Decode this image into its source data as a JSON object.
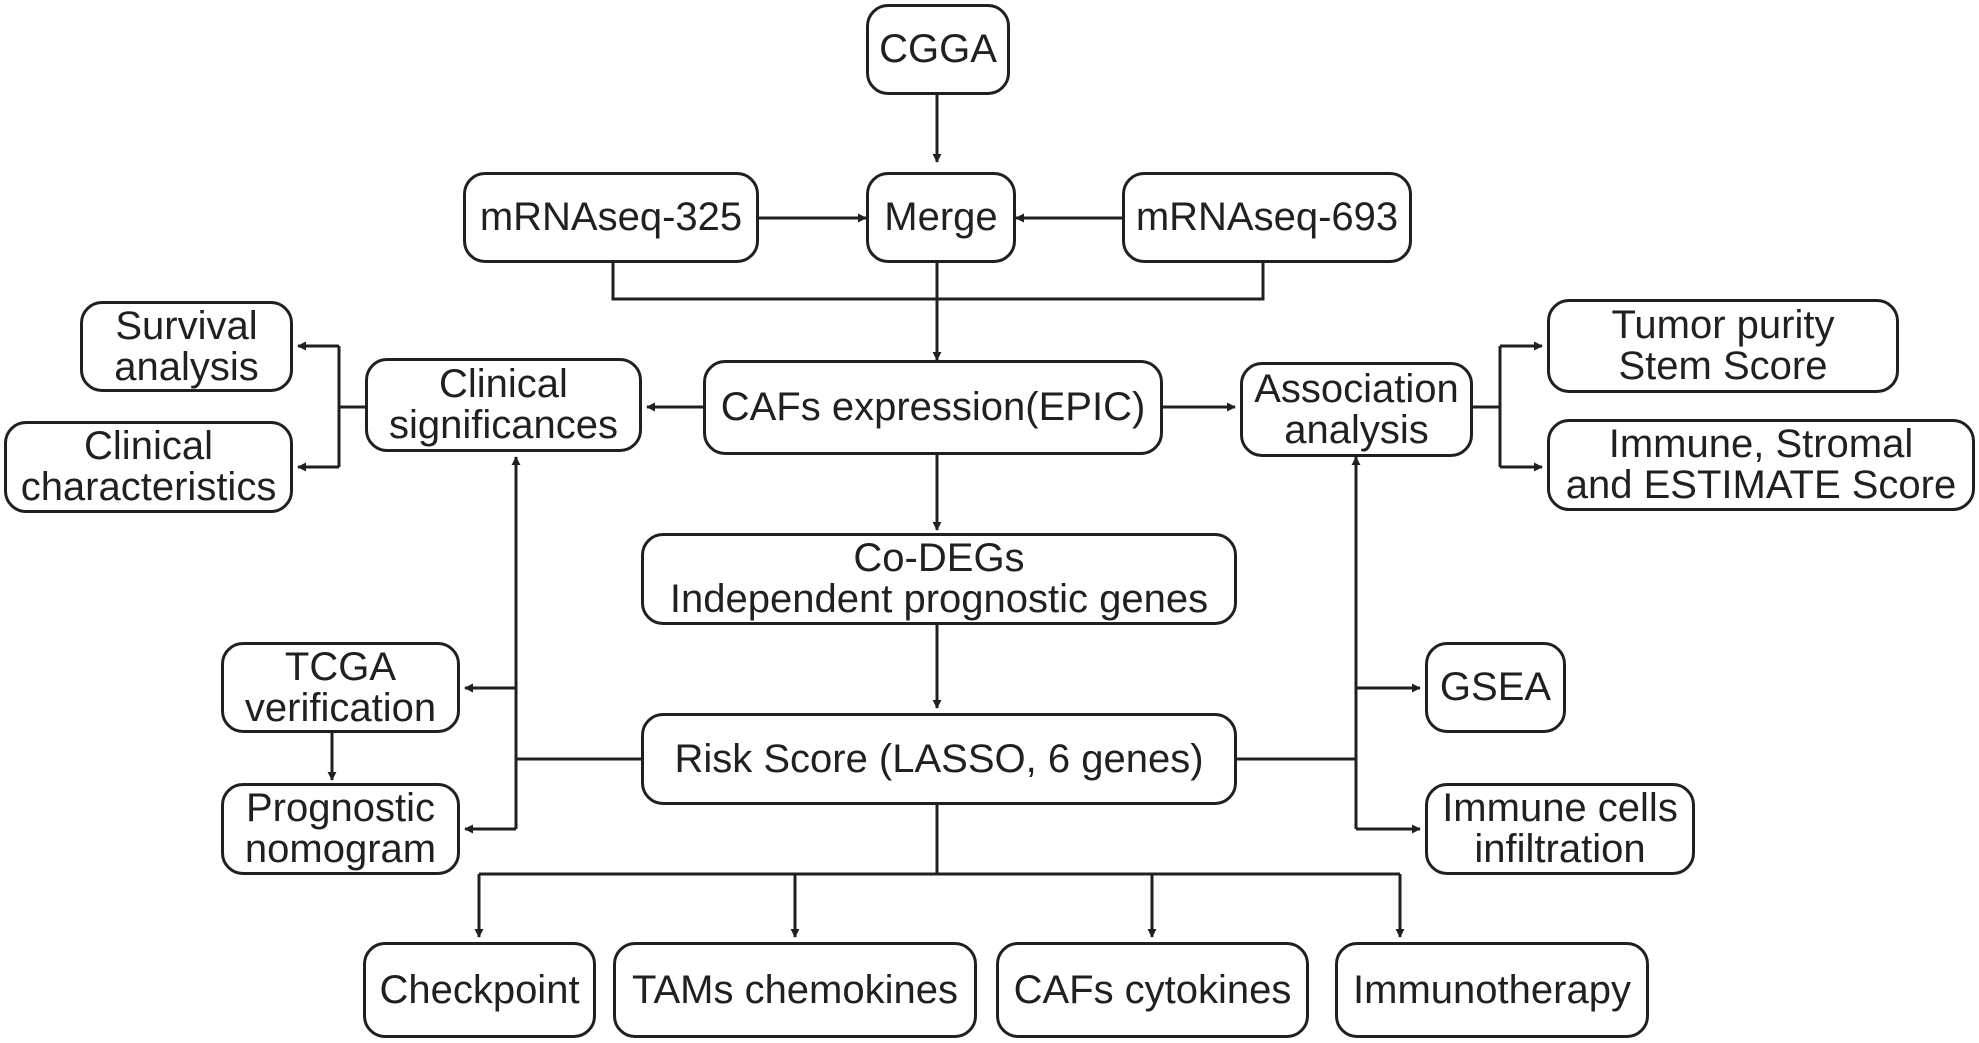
{
  "colors": {
    "stroke": "#231f20",
    "background": "#ffffff"
  },
  "nodes": {
    "cgga": {
      "lines": [
        "CGGA"
      ]
    },
    "mrnaseq325": {
      "lines": [
        "mRNAseq-325"
      ]
    },
    "merge": {
      "lines": [
        "Merge"
      ]
    },
    "mrnaseq693": {
      "lines": [
        "mRNAseq-693"
      ]
    },
    "survival": {
      "lines": [
        "Survival",
        "analysis"
      ]
    },
    "clinical_char": {
      "lines": [
        "Clinical",
        "characteristics"
      ]
    },
    "clinical_sig": {
      "lines": [
        "Clinical",
        "significances"
      ]
    },
    "cafs_expression": {
      "lines": [
        "CAFs expression(EPIC)"
      ]
    },
    "association": {
      "lines": [
        "Association",
        "analysis"
      ]
    },
    "tumor_purity": {
      "lines": [
        "Tumor purity",
        "Stem Score"
      ]
    },
    "immune_stromal": {
      "lines": [
        "Immune, Stromal",
        "and ESTIMATE Score"
      ]
    },
    "codegs": {
      "lines": [
        "Co-DEGs",
        "Independent prognostic genes"
      ]
    },
    "tcga": {
      "lines": [
        "TCGA",
        "verification"
      ]
    },
    "gsea": {
      "lines": [
        "GSEA"
      ]
    },
    "risk_score": {
      "lines": [
        "Risk Score (LASSO, 6 genes)"
      ]
    },
    "nomogram": {
      "lines": [
        "Prognostic",
        "nomogram"
      ]
    },
    "immune_cells": {
      "lines": [
        "Immune cells",
        "infiltration"
      ]
    },
    "checkpoint": {
      "lines": [
        "Checkpoint"
      ]
    },
    "tams": {
      "lines": [
        "TAMs chemokines"
      ]
    },
    "cafs_cytokines": {
      "lines": [
        "CAFs cytokines"
      ]
    },
    "immunotherapy": {
      "lines": [
        "Immunotherapy"
      ]
    }
  }
}
